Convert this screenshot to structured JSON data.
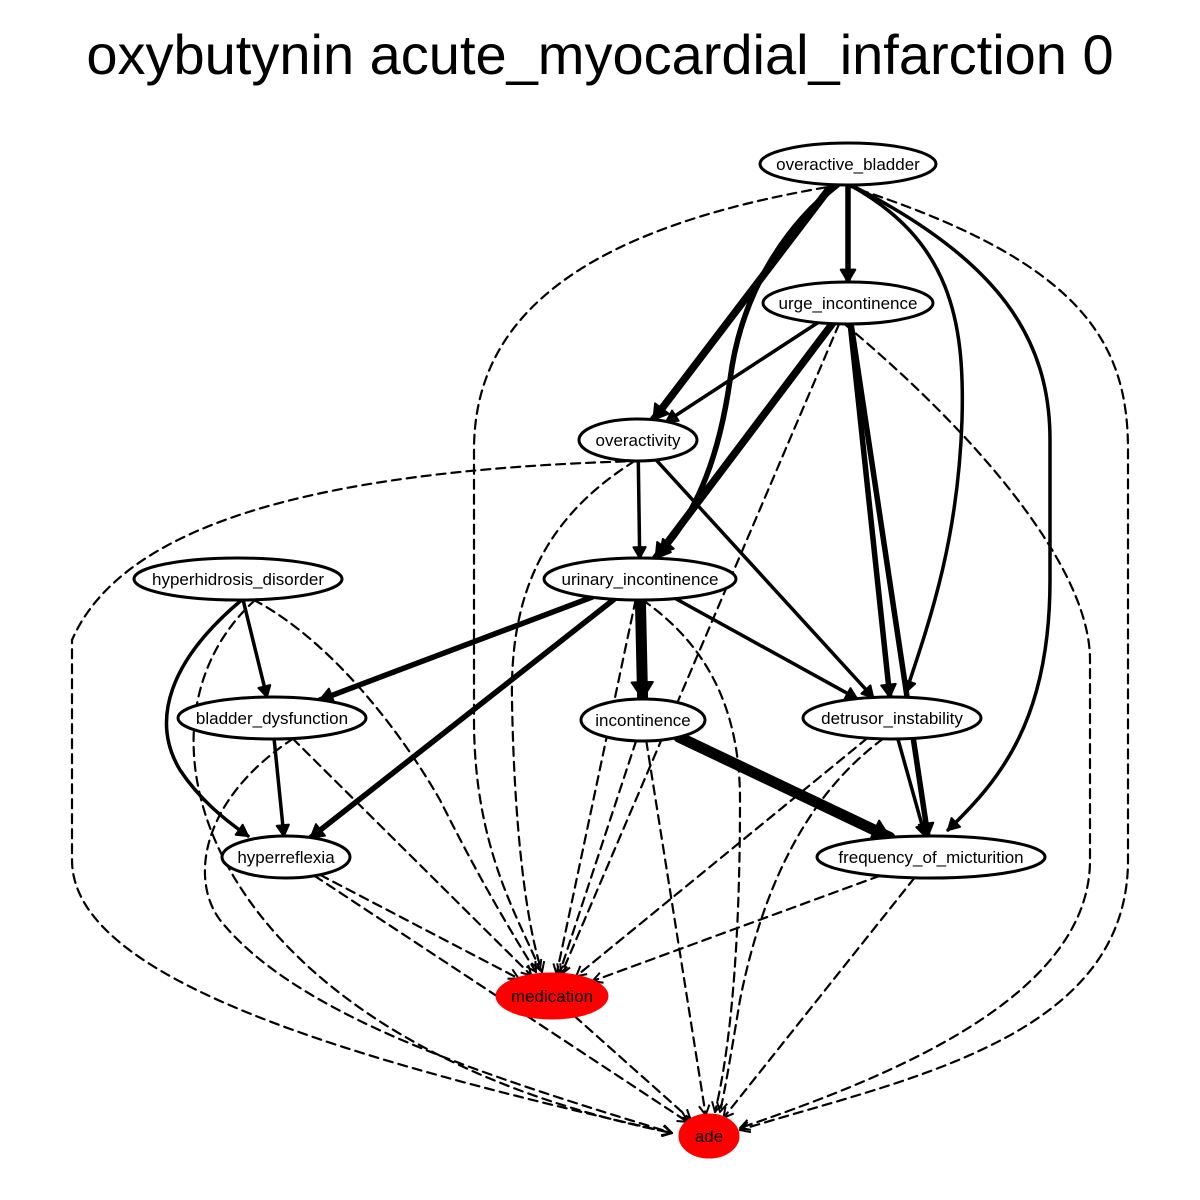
{
  "title": "oxybutynin acute_myocardial_infarction 0",
  "colors": {
    "node_fill": "#ffffff",
    "highlight_fill": "#ff0000",
    "stroke": "#000000"
  },
  "nodes": [
    {
      "id": "overactive_bladder",
      "label": "overactive_bladder",
      "highlight": false
    },
    {
      "id": "urge_incontinence",
      "label": "urge_incontinence",
      "highlight": false
    },
    {
      "id": "overactivity",
      "label": "overactivity",
      "highlight": false
    },
    {
      "id": "hyperhidrosis_disorder",
      "label": "hyperhidrosis_disorder",
      "highlight": false
    },
    {
      "id": "urinary_incontinence",
      "label": "urinary_incontinence",
      "highlight": false
    },
    {
      "id": "bladder_dysfunction",
      "label": "bladder_dysfunction",
      "highlight": false
    },
    {
      "id": "incontinence",
      "label": "incontinence",
      "highlight": false
    },
    {
      "id": "detrusor_instability",
      "label": "detrusor_instability",
      "highlight": false
    },
    {
      "id": "hyperreflexia",
      "label": "hyperreflexia",
      "highlight": false
    },
    {
      "id": "frequency_of_micturition",
      "label": "frequency_of_micturition",
      "highlight": false
    },
    {
      "id": "medication",
      "label": "medication",
      "highlight": true
    },
    {
      "id": "ade",
      "label": "ade",
      "highlight": true
    }
  ],
  "edges": [
    {
      "from": "overactive_bladder",
      "to": "urge_incontinence",
      "style": "solid",
      "weight": 3
    },
    {
      "from": "overactive_bladder",
      "to": "overactivity",
      "style": "solid",
      "weight": 4
    },
    {
      "from": "overactive_bladder",
      "to": "urinary_incontinence",
      "style": "solid",
      "weight": 3
    },
    {
      "from": "overactive_bladder",
      "to": "detrusor_instability",
      "style": "solid",
      "weight": 2
    },
    {
      "from": "overactive_bladder",
      "to": "frequency_of_micturition",
      "style": "solid",
      "weight": 2
    },
    {
      "from": "overactive_bladder",
      "to": "medication",
      "style": "dashed",
      "weight": 1
    },
    {
      "from": "overactive_bladder",
      "to": "ade",
      "style": "dashed",
      "weight": 1
    },
    {
      "from": "urge_incontinence",
      "to": "overactivity",
      "style": "solid",
      "weight": 2
    },
    {
      "from": "urge_incontinence",
      "to": "urinary_incontinence",
      "style": "solid",
      "weight": 4
    },
    {
      "from": "urge_incontinence",
      "to": "detrusor_instability",
      "style": "solid",
      "weight": 3
    },
    {
      "from": "urge_incontinence",
      "to": "frequency_of_micturition",
      "style": "solid",
      "weight": 3
    },
    {
      "from": "urge_incontinence",
      "to": "medication",
      "style": "dashed",
      "weight": 1
    },
    {
      "from": "urge_incontinence",
      "to": "ade",
      "style": "dashed",
      "weight": 1
    },
    {
      "from": "overactivity",
      "to": "urinary_incontinence",
      "style": "solid",
      "weight": 2
    },
    {
      "from": "overactivity",
      "to": "detrusor_instability",
      "style": "solid",
      "weight": 2
    },
    {
      "from": "overactivity",
      "to": "medication",
      "style": "dashed",
      "weight": 1
    },
    {
      "from": "overactivity",
      "to": "ade",
      "style": "dashed",
      "weight": 1
    },
    {
      "from": "hyperhidrosis_disorder",
      "to": "bladder_dysfunction",
      "style": "solid",
      "weight": 2
    },
    {
      "from": "hyperhidrosis_disorder",
      "to": "hyperreflexia",
      "style": "solid",
      "weight": 2
    },
    {
      "from": "hyperhidrosis_disorder",
      "to": "medication",
      "style": "dashed",
      "weight": 1
    },
    {
      "from": "hyperhidrosis_disorder",
      "to": "ade",
      "style": "dashed",
      "weight": 1
    },
    {
      "from": "urinary_incontinence",
      "to": "bladder_dysfunction",
      "style": "solid",
      "weight": 3
    },
    {
      "from": "urinary_incontinence",
      "to": "hyperreflexia",
      "style": "solid",
      "weight": 3
    },
    {
      "from": "urinary_incontinence",
      "to": "incontinence",
      "style": "solid",
      "weight": 5
    },
    {
      "from": "urinary_incontinence",
      "to": "detrusor_instability",
      "style": "solid",
      "weight": 2
    },
    {
      "from": "urinary_incontinence",
      "to": "medication",
      "style": "dashed",
      "weight": 1
    },
    {
      "from": "urinary_incontinence",
      "to": "ade",
      "style": "dashed",
      "weight": 1
    },
    {
      "from": "bladder_dysfunction",
      "to": "hyperreflexia",
      "style": "solid",
      "weight": 2
    },
    {
      "from": "bladder_dysfunction",
      "to": "medication",
      "style": "dashed",
      "weight": 1
    },
    {
      "from": "bladder_dysfunction",
      "to": "ade",
      "style": "dashed",
      "weight": 1
    },
    {
      "from": "incontinence",
      "to": "frequency_of_micturition",
      "style": "solid",
      "weight": 5
    },
    {
      "from": "incontinence",
      "to": "medication",
      "style": "dashed",
      "weight": 1
    },
    {
      "from": "incontinence",
      "to": "ade",
      "style": "dashed",
      "weight": 1
    },
    {
      "from": "detrusor_instability",
      "to": "frequency_of_micturition",
      "style": "solid",
      "weight": 2
    },
    {
      "from": "detrusor_instability",
      "to": "medication",
      "style": "dashed",
      "weight": 1
    },
    {
      "from": "detrusor_instability",
      "to": "ade",
      "style": "dashed",
      "weight": 1
    },
    {
      "from": "hyperreflexia",
      "to": "medication",
      "style": "dashed",
      "weight": 1
    },
    {
      "from": "hyperreflexia",
      "to": "ade",
      "style": "dashed",
      "weight": 1
    },
    {
      "from": "frequency_of_micturition",
      "to": "medication",
      "style": "dashed",
      "weight": 1
    },
    {
      "from": "frequency_of_micturition",
      "to": "ade",
      "style": "dashed",
      "weight": 1
    },
    {
      "from": "medication",
      "to": "ade",
      "style": "dashed",
      "weight": 1
    }
  ]
}
